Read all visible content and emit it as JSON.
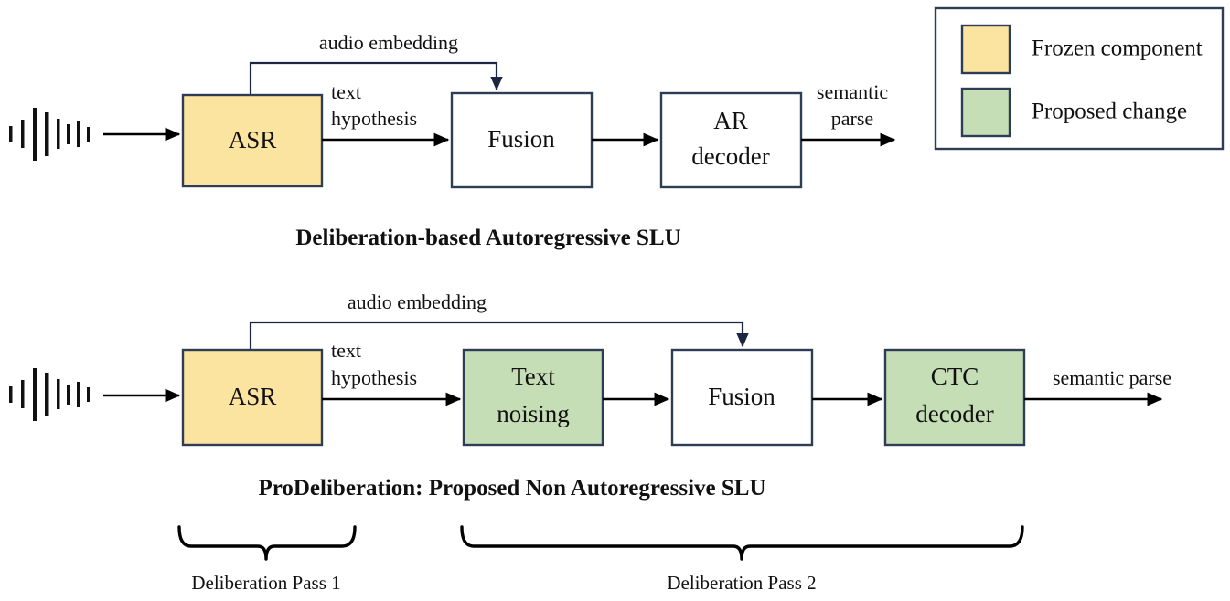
{
  "figure": {
    "title": "ProDeliberation SLU architecture comparison",
    "colors": {
      "frozen_fill": "#FBE3A0",
      "proposed_fill": "#C6DEB5",
      "plain_fill": "#FFFFFF",
      "box_stroke": "#2E3D55",
      "line": "#000000",
      "text": "#111111",
      "background": "#FFFFFF"
    }
  },
  "legend": {
    "name": "legend-box",
    "items": [
      {
        "swatch": "frozen-swatch",
        "color": "#FBE3A0",
        "label": "Frozen component"
      },
      {
        "swatch": "proposed-swatch",
        "color": "#C6DEB5",
        "label": "Proposed change"
      }
    ]
  },
  "top_diagram": {
    "caption": "Deliberation-based Autoregressive SLU",
    "input_icon": "audio-waveform-icon",
    "nodes": [
      {
        "id": "asr",
        "label": "ASR",
        "fill": "#FBE3A0",
        "kind": "frozen"
      },
      {
        "id": "fusion",
        "label": "Fusion",
        "fill": "#FFFFFF",
        "kind": "plain"
      },
      {
        "id": "ar-decoder",
        "label": "AR\ndecoder",
        "line1": "AR",
        "line2": "decoder",
        "fill": "#FFFFFF",
        "kind": "plain"
      }
    ],
    "edges": [
      {
        "id": "audio-embedding-edge",
        "label": "audio embedding",
        "from": "asr",
        "to": "fusion"
      },
      {
        "id": "text-hypothesis-edge",
        "label_line1": "text",
        "label_line2": "hypothesis",
        "from": "asr",
        "to": "fusion"
      },
      {
        "id": "fusion-to-decoder-edge",
        "label": "",
        "from": "fusion",
        "to": "ar-decoder"
      },
      {
        "id": "semantic-parse-edge",
        "label_line1": "semantic",
        "label_line2": "parse",
        "from": "ar-decoder",
        "to": "output"
      },
      {
        "id": "audio-input-edge",
        "label": "",
        "from": "audio-waveform-icon",
        "to": "asr"
      }
    ]
  },
  "bottom_diagram": {
    "caption": "ProDeliberation: Proposed Non Autoregressive SLU",
    "input_icon": "audio-waveform-icon",
    "nodes": [
      {
        "id": "asr",
        "label": "ASR",
        "fill": "#FBE3A0",
        "kind": "frozen"
      },
      {
        "id": "text-noising",
        "line1": "Text",
        "line2": "noising",
        "fill": "#C6DEB5",
        "kind": "proposed"
      },
      {
        "id": "fusion",
        "label": "Fusion",
        "fill": "#FFFFFF",
        "kind": "plain"
      },
      {
        "id": "ctc-decoder",
        "line1": "CTC",
        "line2": "decoder",
        "fill": "#C6DEB5",
        "kind": "proposed"
      }
    ],
    "edges": [
      {
        "id": "audio-embedding-edge",
        "label": "audio embedding",
        "from": "asr",
        "to": "fusion"
      },
      {
        "id": "text-hypothesis-edge",
        "label_line1": "text",
        "label_line2": "hypothesis",
        "from": "asr",
        "to": "text-noising"
      },
      {
        "id": "noising-to-fusion-edge",
        "label": "",
        "from": "text-noising",
        "to": "fusion"
      },
      {
        "id": "fusion-to-ctc-edge",
        "label": "",
        "from": "fusion",
        "to": "ctc-decoder"
      },
      {
        "id": "semantic-parse-edge",
        "label": "semantic parse",
        "from": "ctc-decoder",
        "to": "output"
      },
      {
        "id": "audio-input-edge",
        "label": "",
        "from": "audio-waveform-icon",
        "to": "asr"
      }
    ],
    "braces": [
      {
        "id": "pass-1-brace",
        "label": "Deliberation Pass 1"
      },
      {
        "id": "pass-2-brace",
        "label": "Deliberation Pass 2"
      }
    ]
  }
}
